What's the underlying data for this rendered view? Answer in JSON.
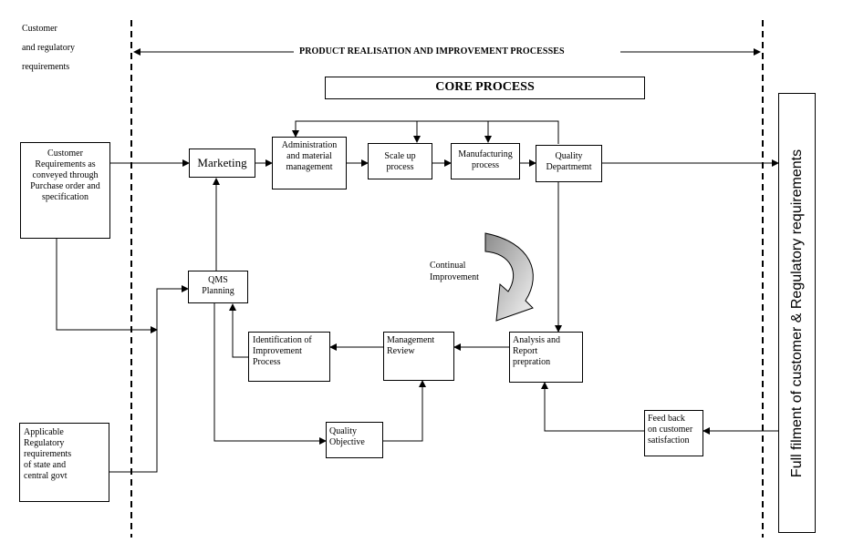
{
  "left_label": [
    "Customer",
    "and regulatory",
    "requirements"
  ],
  "header_label": "PRODUCT REALISATION AND IMPROVEMENT PROCESSES",
  "core_process": "CORE PROCESS",
  "right_vertical_text": "Full filment of customer & Regulatory requirements",
  "boxes": {
    "customer_requirements": [
      "Customer",
      "Requirements as",
      "conveyed through",
      "Purchase order and",
      "specification"
    ],
    "marketing": "Marketing",
    "administration": [
      "Administration",
      "and material",
      "management"
    ],
    "scale_up": [
      "Scale up",
      "process"
    ],
    "manufacturing": [
      "Manufacturing",
      "process"
    ],
    "quality_department": [
      "Quality",
      "Departmemt"
    ],
    "qms_planning": [
      "QMS",
      "Planning"
    ],
    "identification": [
      "Identification of",
      "Improvement",
      "Process"
    ],
    "management_review": [
      "Management",
      "Review"
    ],
    "analysis": [
      "Analysis and",
      "Report",
      "prepration"
    ],
    "quality_objective": [
      "Quality",
      "Objective"
    ],
    "feedback": [
      "Feed back",
      "on customer",
      "satisfaction"
    ],
    "regulatory": [
      "Applicable",
      "Regulatory",
      "requirements",
      "of state and",
      "central govt"
    ]
  },
  "continual_improvement": [
    "Continual",
    "Improvement"
  ],
  "colors": {
    "curved_arrow_dark": "#9a9a9a",
    "curved_arrow_light": "#f2f2f2",
    "line": "#000000"
  }
}
